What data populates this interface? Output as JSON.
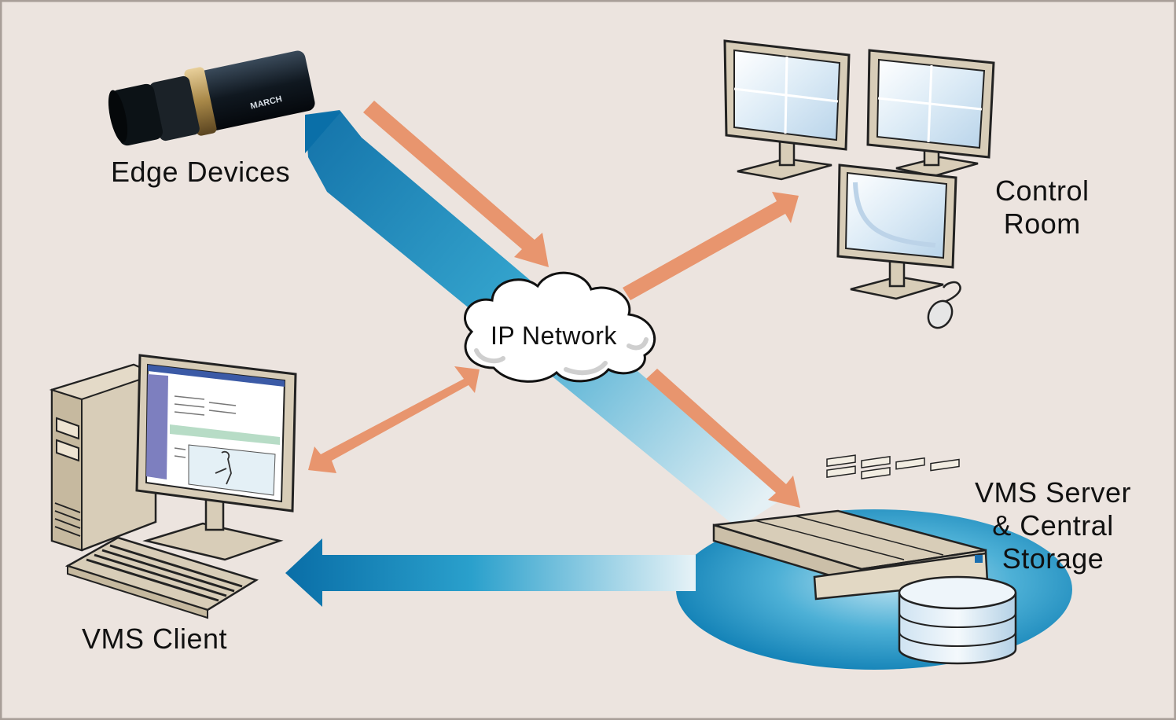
{
  "labels": {
    "edge_devices": "Edge Devices",
    "control_room": [
      "Control",
      "Room"
    ],
    "ip_network": "IP Network",
    "vms_server": [
      "VMS Server",
      "& Central",
      "Storage"
    ],
    "vms_client": "VMS Client"
  },
  "camera_brand": "MARCH",
  "colors": {
    "background": "#ece4df",
    "border": "#a89e98",
    "blue_flow": "#0a78b0",
    "orange_flow": "#e8956e",
    "cloud": "#ffffff",
    "server_ellipse": "#1a8cc0",
    "beige_device": "#d8cdb8"
  },
  "icons": [
    "camera-icon",
    "monitor-icon",
    "cloud-icon",
    "server-icon",
    "database-icon",
    "desktop-computer-icon",
    "keyboard-icon",
    "mouse-icon"
  ]
}
